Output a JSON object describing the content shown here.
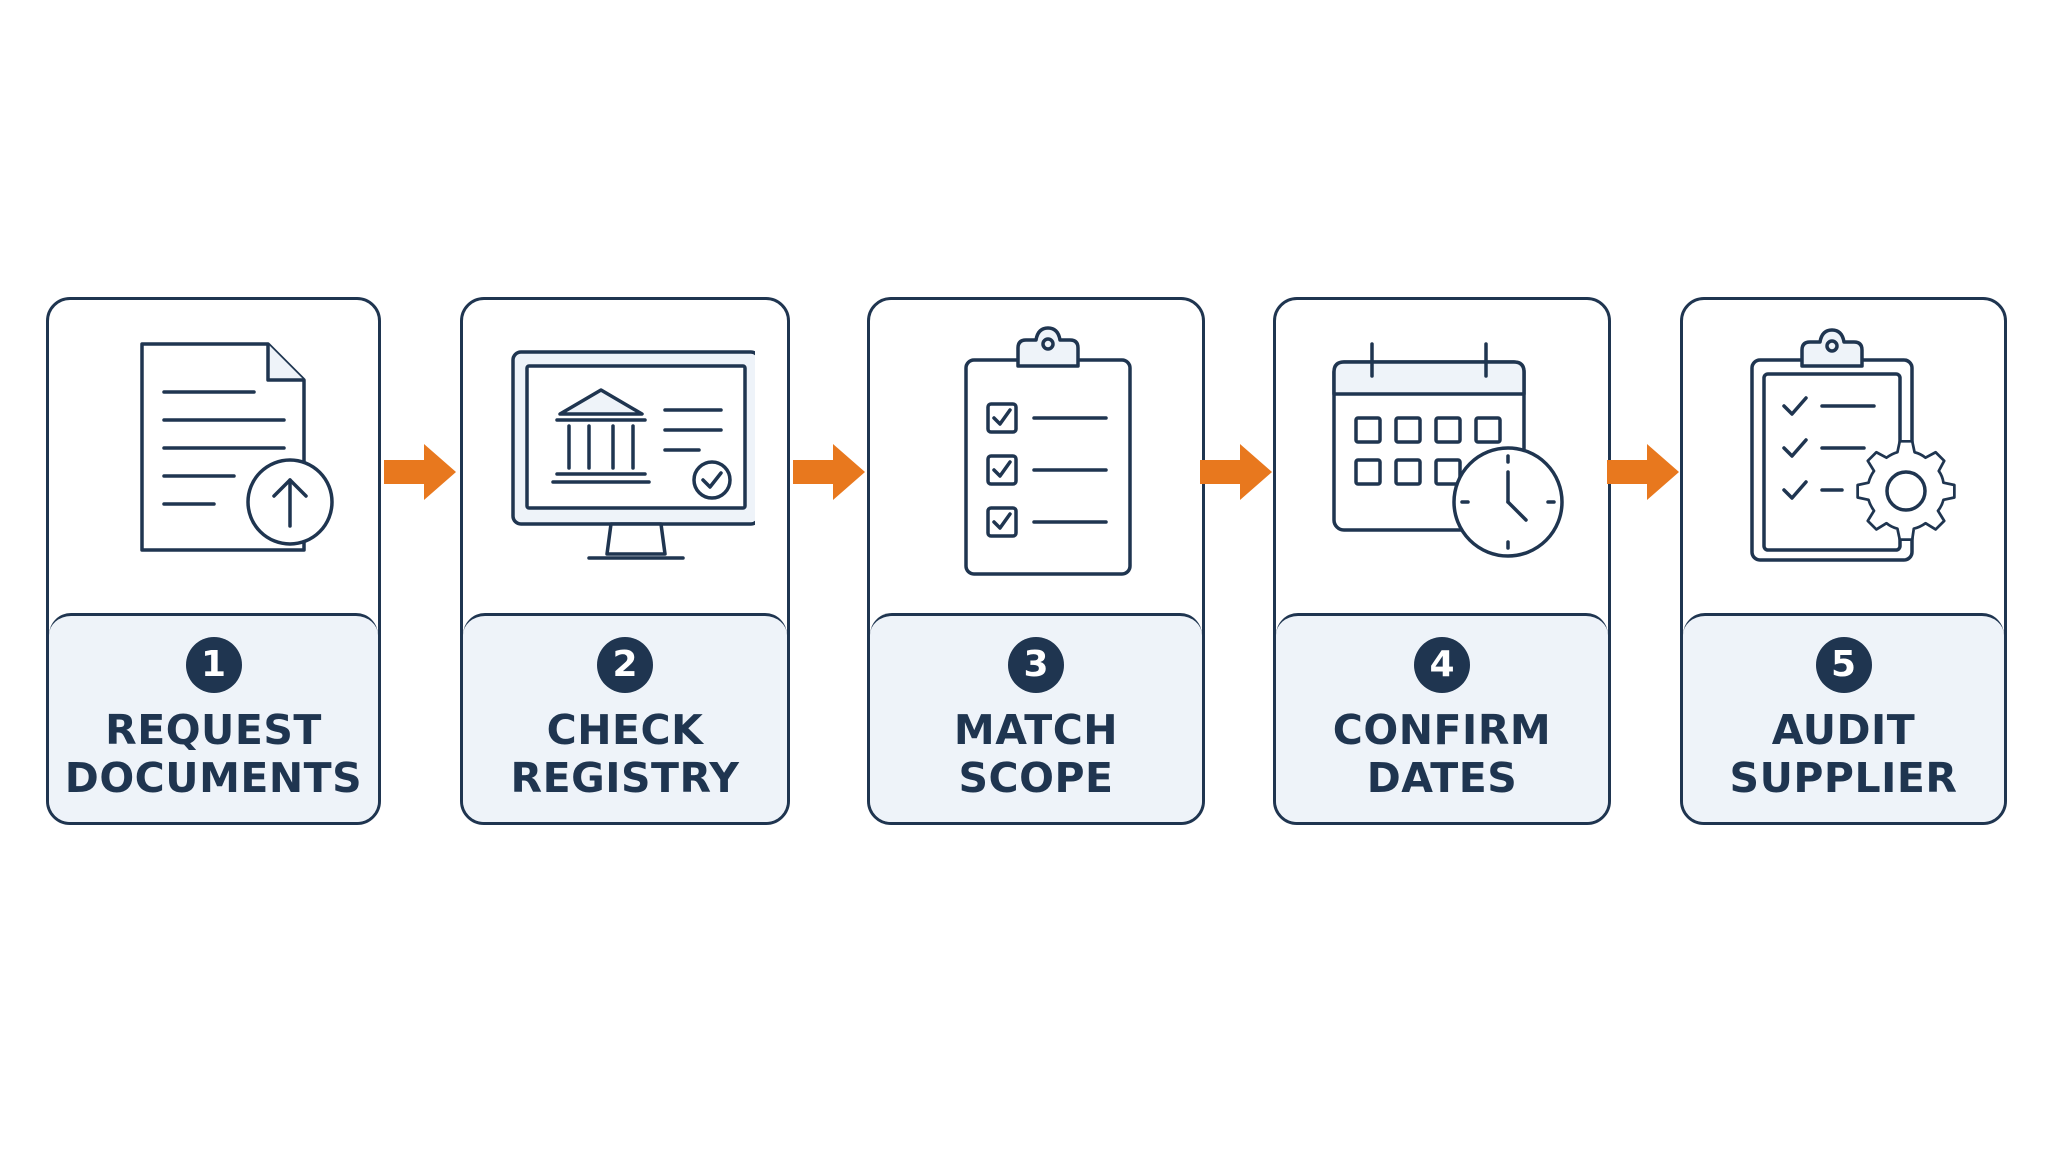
{
  "steps": [
    {
      "number": "1",
      "line1": "REQUEST",
      "line2": "DOCUMENTS",
      "icon": "document-upload-icon"
    },
    {
      "number": "2",
      "line1": "CHECK",
      "line2": "REGISTRY",
      "icon": "registry-monitor-icon"
    },
    {
      "number": "3",
      "line1": "MATCH",
      "line2": "SCOPE",
      "icon": "checklist-clipboard-icon"
    },
    {
      "number": "4",
      "line1": "CONFIRM",
      "line2": "DATES",
      "icon": "calendar-clock-icon"
    },
    {
      "number": "5",
      "line1": "AUDIT",
      "line2": "SUPPLIER",
      "icon": "clipboard-gear-icon"
    }
  ],
  "colors": {
    "navy": "#1f3550",
    "panel": "#eef3f9",
    "arrow": "#e8781e"
  }
}
